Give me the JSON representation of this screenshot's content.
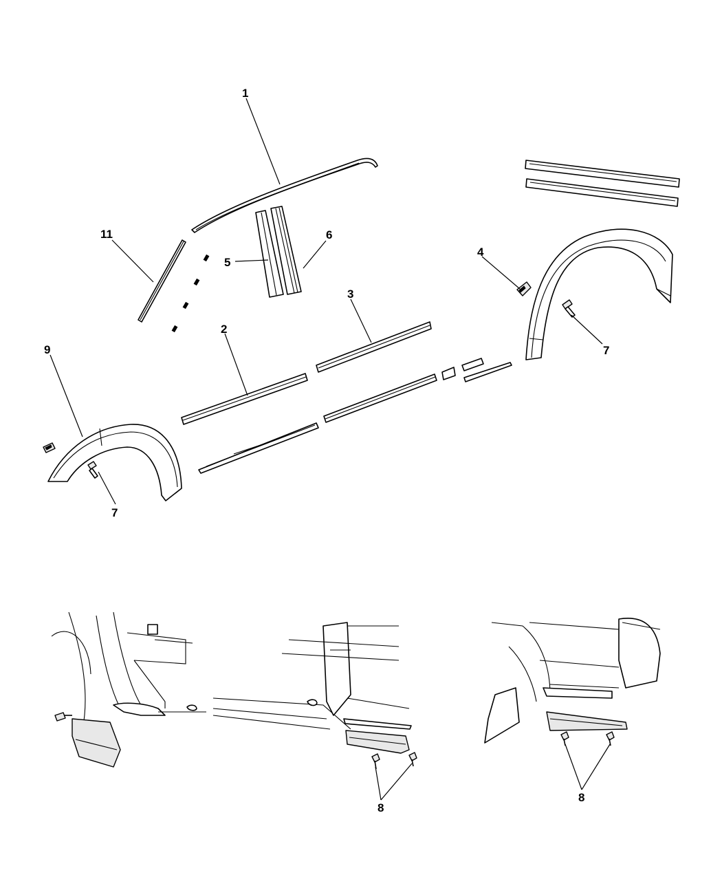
{
  "callouts": {
    "c1": "1",
    "c2": "2",
    "c3": "3",
    "c4": "4",
    "c5": "5",
    "c6": "6",
    "c7_right": "7",
    "c7_left": "7",
    "c8_center": "8",
    "c8_right": "8",
    "c9": "9",
    "c11": "11"
  },
  "colors": {
    "line": "#000000",
    "background": "#ffffff"
  }
}
